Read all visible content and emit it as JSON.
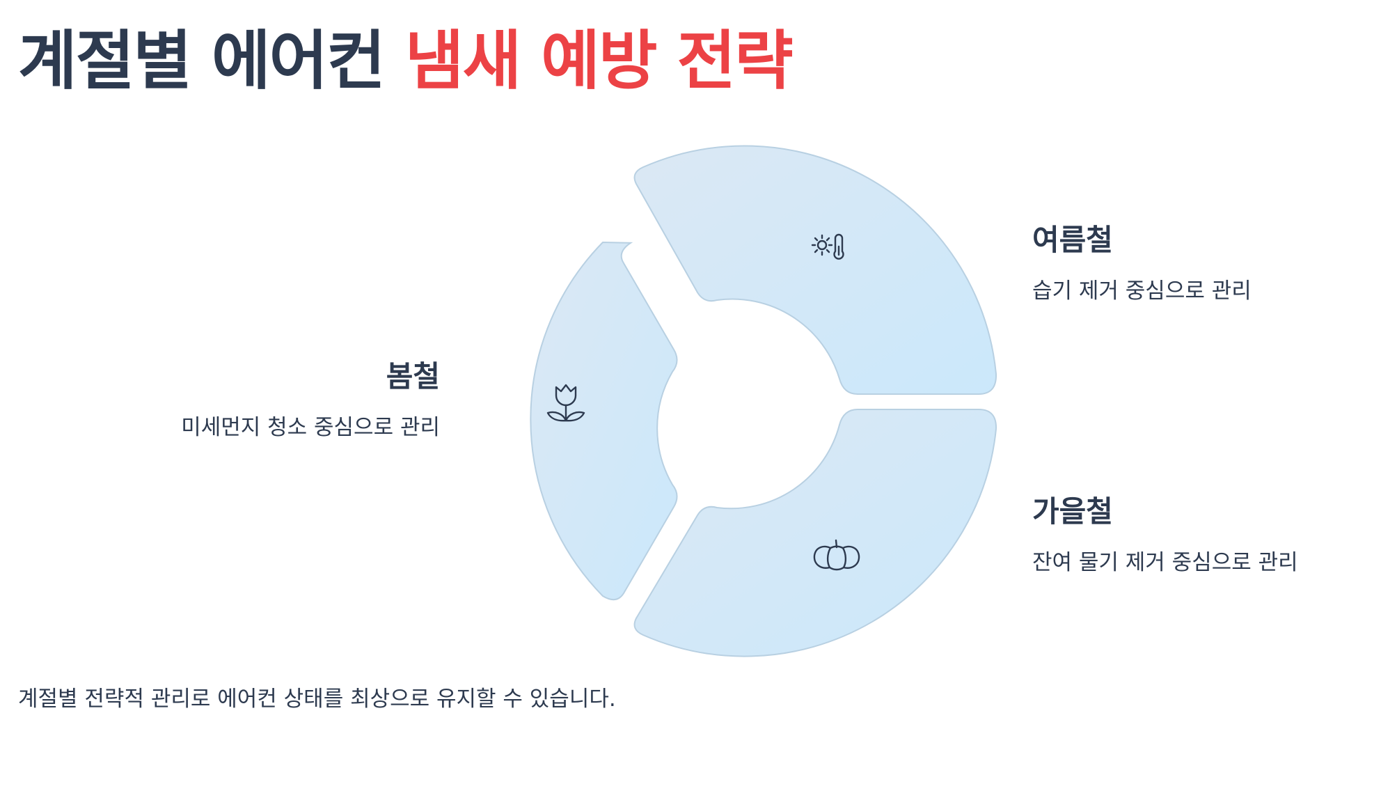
{
  "title": {
    "part1": "계절별 에어컨",
    "part2": "냄새 예방 전략"
  },
  "colors": {
    "title_dark": "#2d3a4f",
    "title_accent": "#ec4245",
    "segment_fill_start": "#dbe8f4",
    "segment_fill_end": "#cbe8fb",
    "segment_stroke": "#b8d0e2"
  },
  "seasons": [
    {
      "label": "봄철",
      "description": "미세먼지 청소 중심으로 관리",
      "icon": "tulip-icon"
    },
    {
      "label": "여름철",
      "description": "습기 제거 중심으로 관리",
      "icon": "sun-thermometer-icon"
    },
    {
      "label": "가을철",
      "description": "잔여 물기 제거 중심으로 관리",
      "icon": "pumpkin-icon"
    }
  ],
  "footer": "계절별 전략적 관리로 에어컨 상태를 최상으로 유지할 수 있습니다."
}
